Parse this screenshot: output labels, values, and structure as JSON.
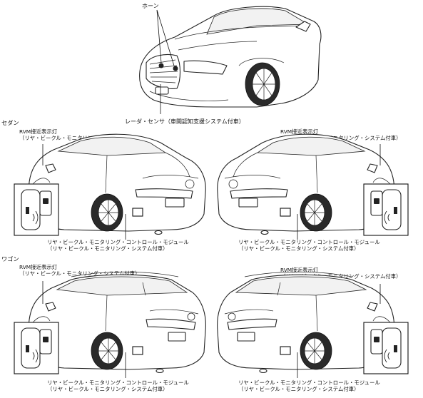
{
  "labels": {
    "horn": "ホーン",
    "radar_sensor": "レーダ・センサ（車間認知支援システム付車）",
    "sedan": "セダン",
    "wagon": "ワゴン",
    "rvm_lamp_line1": "RVM接近表示灯",
    "rvm_lamp_line2": "（リヤ・ビークル・モニタリング・システム付車）",
    "rvm_module_line1": "リヤ・ビークル・モニタリング・コントロール・モジュール",
    "rvm_module_line2": "（リヤ・ビークル・モニタリング・システム付車）"
  },
  "icons": {
    "mirror_indicator": "mirror-indicator-icon",
    "radar_module": "radar-module-icon"
  },
  "colors": {
    "line": "#222222",
    "background": "#ffffff"
  }
}
